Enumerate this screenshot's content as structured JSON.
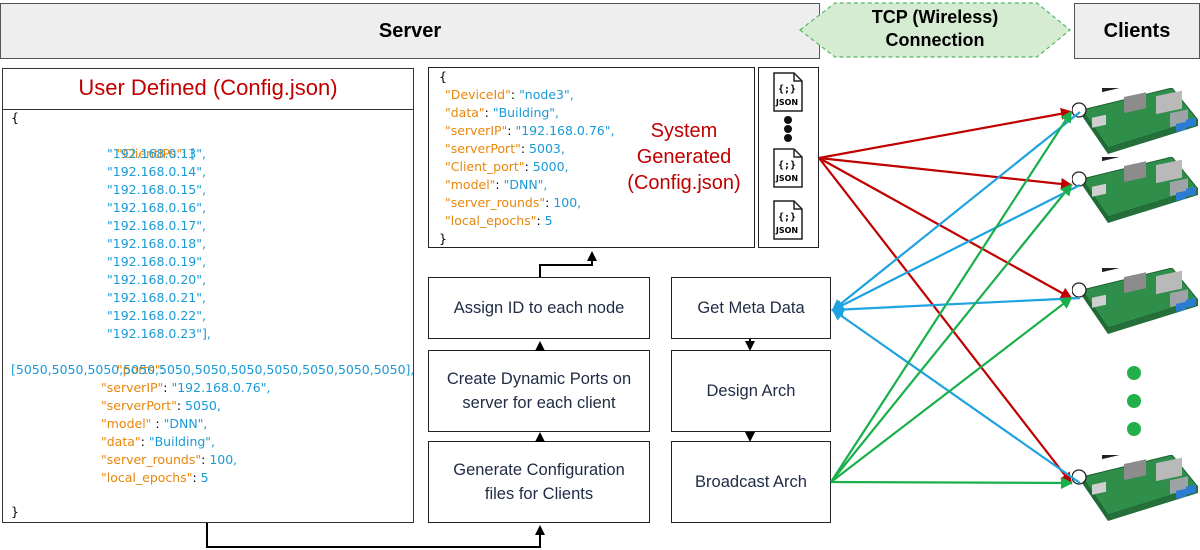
{
  "header": {
    "server": "Server",
    "connection_line1": "TCP (Wireless)",
    "connection_line2": "Connection",
    "clients": "Clients"
  },
  "user_config": {
    "title": "User Defined (Config.json)",
    "open_brace": "{",
    "close_brace": "}",
    "client_ips_key": "\"ClientIPs\"",
    "client_ips": [
      "\"192.168.0.13\",",
      "\"192.168.0.14\",",
      "\"192.168.0.15\",",
      "\"192.168.0.16\",",
      "\"192.168.0.17\",",
      "\"192.168.0.18\",",
      "\"192.168.0.19\",",
      "\"192.168.0.20\",",
      "\"192.168.0.21\",",
      "\"192.168.0.22\",",
      "\"192.168.0.23\"],"
    ],
    "ports_key": "\"ports\"",
    "ports_value": "[5050,5050,5050,5050,5050,5050,5050,5050,5050,5050,5050],",
    "entries": [
      {
        "key": "\"serverIP\"",
        "sep": ": ",
        "value": "\"192.168.0.76\","
      },
      {
        "key": "\"serverPort\"",
        "sep": ": ",
        "value": "5050,"
      },
      {
        "key": "\"model\"",
        "sep": " : ",
        "value": "\"DNN\","
      },
      {
        "key": "\"data\"",
        "sep": ": ",
        "value": "\"Building\","
      },
      {
        "key": "\"server_rounds\"",
        "sep": ": ",
        "value": "100,"
      },
      {
        "key": "\"local_epochs\"",
        "sep": ": ",
        "value": "5"
      }
    ]
  },
  "system_config": {
    "open_brace": "{",
    "close_brace": "}",
    "entries": [
      {
        "key": "\"DeviceId\"",
        "value": "\"node3\","
      },
      {
        "key": "\"data\"",
        "value": "\"Building\","
      },
      {
        "key": "\"serverIP\"",
        "value": "\"192.168.0.76\","
      },
      {
        "key": "\"serverPort\"",
        "value": "5003,"
      },
      {
        "key": "\"Client_port\"",
        "value": "5000,"
      },
      {
        "key": "\"model\"",
        "value": "\"DNN\","
      },
      {
        "key": "\"server_rounds\"",
        "value": "100,"
      },
      {
        "key": "\"local_epochs\"",
        "value": "5"
      }
    ],
    "label_line1": "System",
    "label_line2": "Generated",
    "label_line3": "(Config.json)"
  },
  "json_icon_text": "JSON",
  "json_icon_glyph": "{;}",
  "process": {
    "assign_id": "Assign ID to each node",
    "create_ports": "Create Dynamic Ports on server for each client",
    "generate_config": "Generate Configuration files for Clients",
    "get_meta": "Get Meta Data",
    "design_arch": "Design Arch",
    "broadcast_arch": "Broadcast Arch"
  },
  "colors": {
    "red": "#c00000",
    "blue": "#1fa2e0",
    "green": "#19b04b",
    "key_orange": "#e8860b",
    "value_blue": "#1a9ad6"
  },
  "icons": [
    "json-file-icon",
    "raspberry-pi-board-icon",
    "ellipsis-dots-icon"
  ]
}
